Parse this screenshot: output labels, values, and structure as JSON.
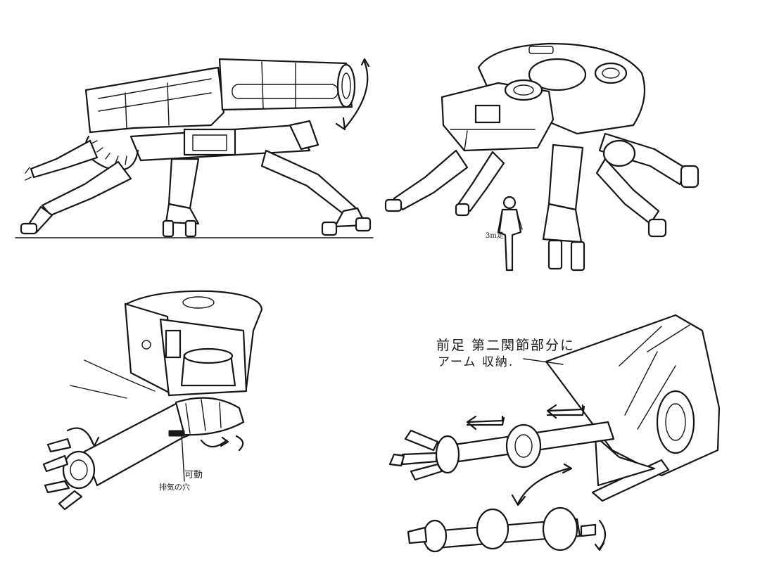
{
  "annotations": {
    "scale_figure_label": "3m足",
    "movable_label": "可動",
    "exhaust_hole_label": "排気の穴",
    "arm_note_line1": "前足 第二関節部分に",
    "arm_note_line2": "アーム 収納."
  },
  "colors": {
    "ink": "#161616",
    "paper": "#ffffff"
  },
  "panels": {
    "top_left": "tank-side-view",
    "top_right": "tank-three-quarter-view-with-human-figure",
    "bottom_left": "leg-joint-close-up",
    "bottom_right": "folding-arm-detail"
  }
}
